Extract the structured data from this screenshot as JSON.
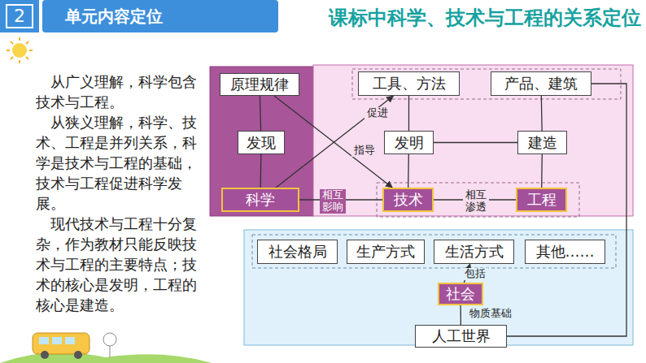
{
  "diagram": {
    "title": "课标中科学、技术与工程的关系定位",
    "nodes": [
      {
        "text": [
          "原理规律"
        ]
      },
      {
        "text": [
          "发现"
        ]
      },
      {
        "text": [
          "科学"
        ]
      },
      {
        "text": [
          "工具、方法"
        ]
      },
      {
        "text": [
          "产品、建筑"
        ]
      },
      {
        "text": [
          "发明"
        ]
      },
      {
        "text": [
          "建造"
        ]
      },
      {
        "text": [
          "技术"
        ]
      },
      {
        "text": [
          "工程"
        ]
      },
      {
        "text": [
          "社会格局"
        ]
      },
      {
        "text": [
          "生产方式"
        ]
      },
      {
        "text": [
          "生活方式"
        ]
      },
      {
        "text": [
          "其他……"
        ]
      },
      {
        "text": [
          "社会"
        ]
      },
      {
        "text": [
          "人工世界"
        ]
      }
    ],
    "edges": [
      {
        "from": 0,
        "to": 1,
        "arrow": "none"
      },
      {
        "from": 1,
        "to": 2,
        "arrow": "none"
      },
      {
        "from": 0,
        "to": 7,
        "label": "指导",
        "arrow": "to"
      },
      {
        "from": 2,
        "to": 3,
        "label": "促进",
        "arrow": "to"
      },
      {
        "from": 2,
        "to": 7,
        "label": "相互 影响",
        "arrow": "none"
      },
      {
        "from": 5,
        "to": 3,
        "arrow": "none"
      },
      {
        "from": 5,
        "to": 6,
        "arrow": "none"
      },
      {
        "from": 6,
        "to": 4,
        "arrow": "none"
      },
      {
        "from": 7,
        "to": 5,
        "arrow": "none"
      },
      {
        "from": 8,
        "to": 6,
        "arrow": "none"
      },
      {
        "from": 7,
        "to": 8,
        "label": "相互 渗透",
        "arrow": "none"
      },
      {
        "from": 13,
        "to": 11,
        "label": "包括",
        "arrow": "to"
      },
      {
        "from": 14,
        "to": 13,
        "label": "物质基础",
        "arrow": "none"
      },
      {
        "from": 4,
        "to": 14,
        "arrow": "none"
      }
    ],
    "labels": [
      "2",
      "单元内容定位",
      "从广义理解，科学包含技术与工程。",
      "从狭义理解，科学、技术、工程是并列关系，科学是技术与工程的基础，技术与工程促进科学发展。",
      "现代技术与工程十分复杂，作为教材只能反映技术与工程的主要特点；技术的核心是发明，工程的核心是建造。"
    ]
  }
}
